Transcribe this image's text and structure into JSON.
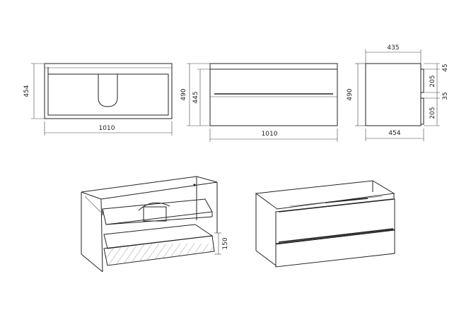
{
  "drawing": {
    "top_view": {
      "depth_label": "454",
      "width_label": "1010"
    },
    "front_view": {
      "height_label": "490",
      "front_height_label": "445",
      "width_label": "1010"
    },
    "side_view": {
      "top_depth_label": "435",
      "height_label": "490",
      "bottom_depth_label": "454",
      "upper_drawer_label": "205",
      "lower_drawer_label": "205",
      "top_gap_label": "45",
      "mid_gap_label": "35"
    },
    "iso_open": {
      "drawer_height_label": "150"
    }
  }
}
